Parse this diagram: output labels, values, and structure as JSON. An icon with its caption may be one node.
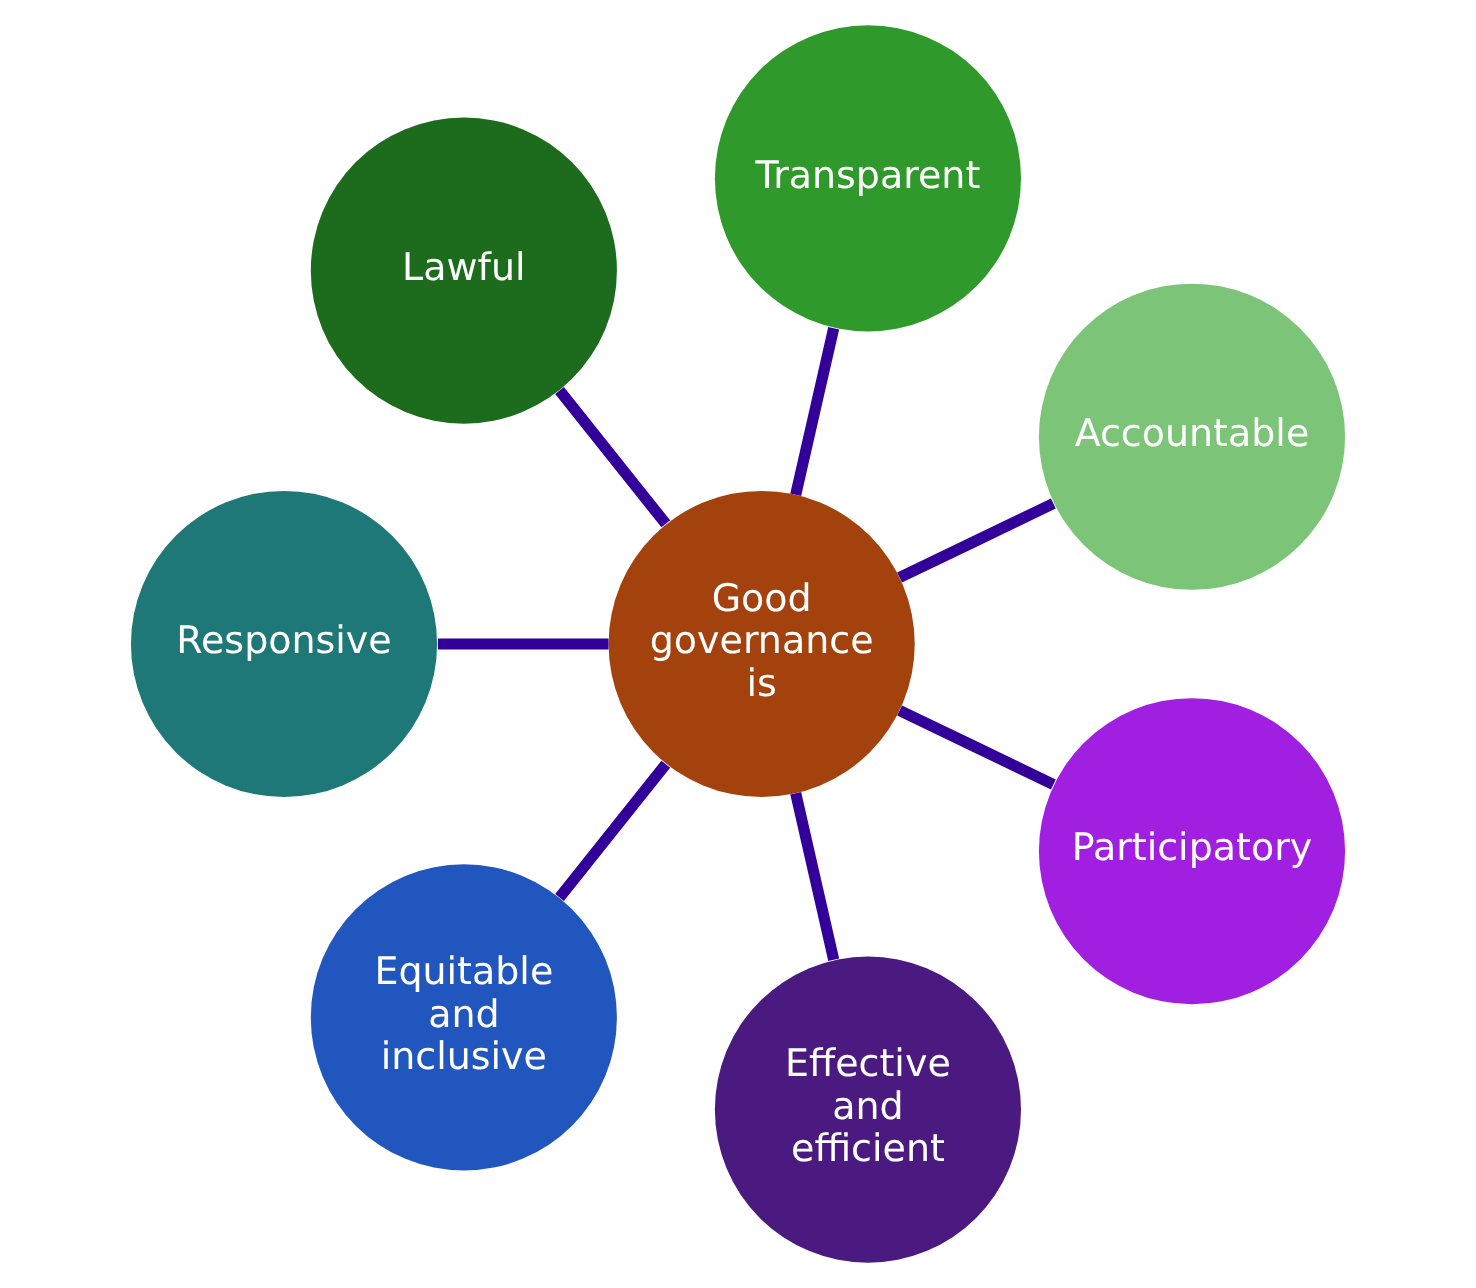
{
  "diagram": {
    "nodes": [
      {
        "text": [
          "Good governance is"
        ]
      },
      {
        "text": [
          "Accountable"
        ]
      },
      {
        "text": [
          "Transparent"
        ]
      },
      {
        "text": [
          "Lawful"
        ]
      },
      {
        "text": [
          "Responsive"
        ]
      },
      {
        "text": [
          "Equitable and inclusive"
        ]
      },
      {
        "text": [
          "Effective and efficient"
        ]
      },
      {
        "text": [
          "Participatory"
        ]
      }
    ],
    "edges": [
      {
        "from": 0,
        "to": 1,
        "arrow": "none"
      },
      {
        "from": 0,
        "to": 2,
        "arrow": "none"
      },
      {
        "from": 0,
        "to": 3,
        "arrow": "none"
      },
      {
        "from": 0,
        "to": 4,
        "arrow": "none"
      },
      {
        "from": 0,
        "to": 5,
        "arrow": "none"
      },
      {
        "from": 0,
        "to": 6,
        "arrow": "none"
      },
      {
        "from": 0,
        "to": 7,
        "arrow": "none"
      }
    ]
  }
}
